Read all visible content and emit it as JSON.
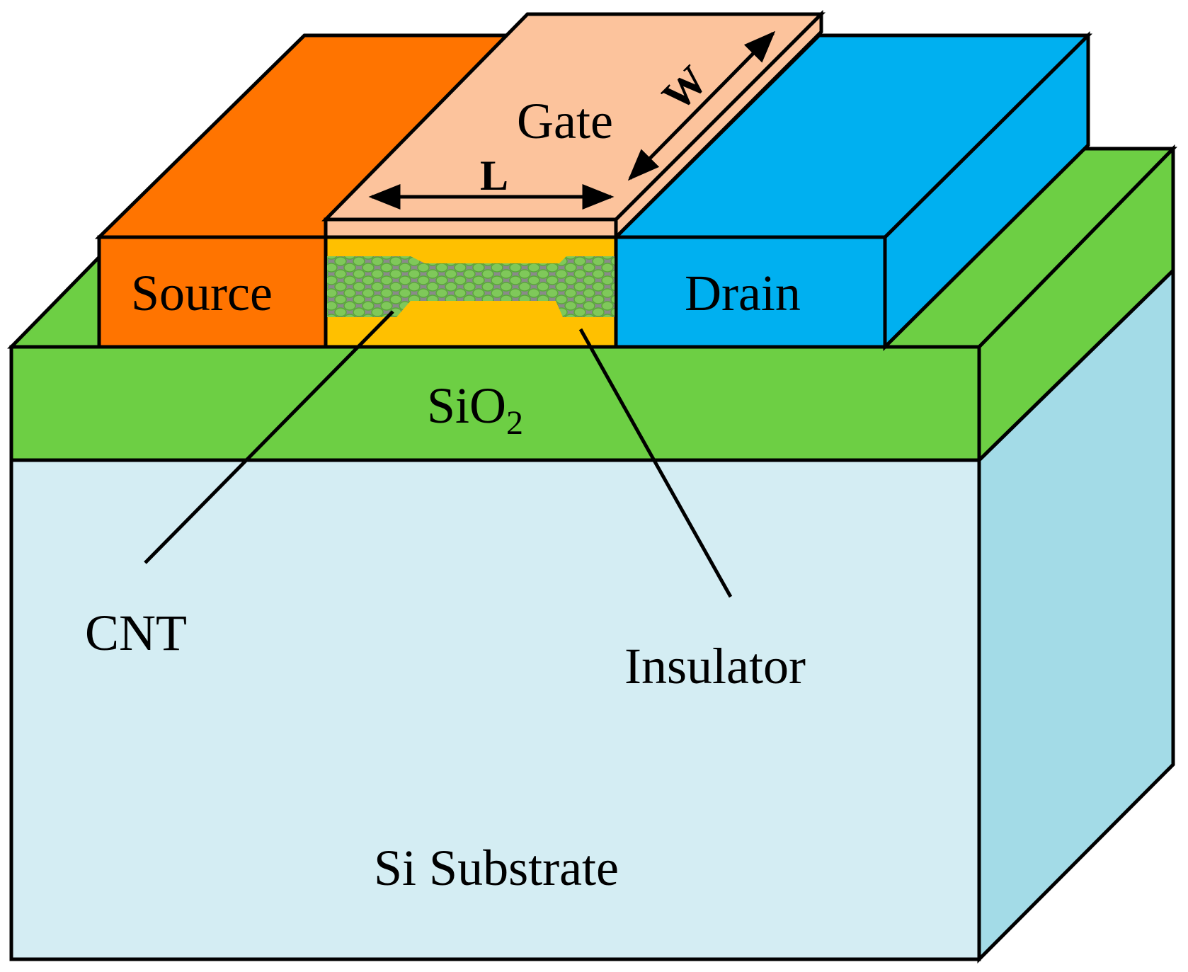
{
  "labels": {
    "gate": "Gate",
    "source": "Source",
    "drain": "Drain",
    "sio2_main": "SiO",
    "sio2_sub": "2",
    "cnt": "CNT",
    "insulator": "Insulator",
    "substrate": "Si Substrate",
    "length": "L",
    "width": "W"
  },
  "colors": {
    "substrate_front": "#d4edf3",
    "substrate_side": "#a3dbe7",
    "sio2": "#6dcf44",
    "source": "#ff7400",
    "drain": "#00b0f0",
    "gate": "#fcc39c",
    "insulator": "#ffc000",
    "cnt": "#8a8a8a",
    "cnt_dots": "#6dcf44",
    "edge": "#000000"
  }
}
